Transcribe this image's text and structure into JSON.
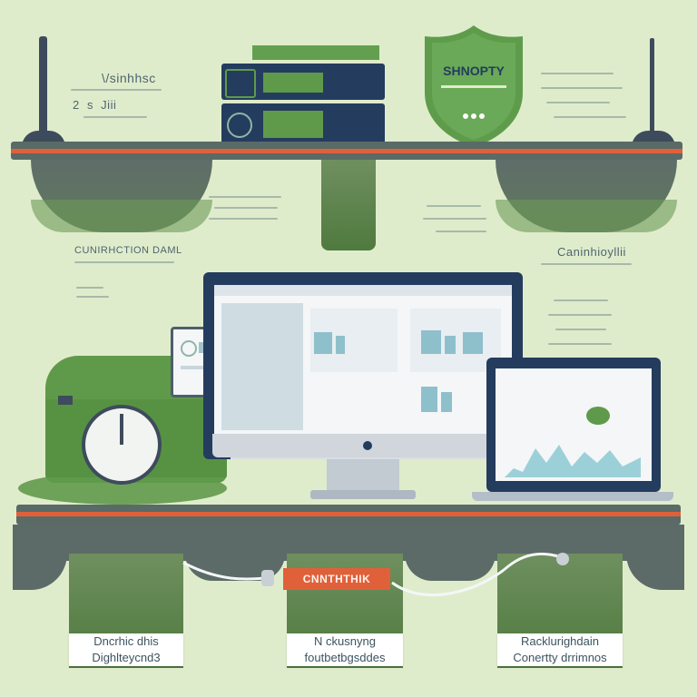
{
  "shield": {
    "label": "SHNOPTY"
  },
  "top_left_labels": [
    "\\/sinhhsc",
    "2  s  Jiii"
  ],
  "mid_labels": {
    "left": "CUNIRHCTION DAML",
    "right": "Caninhioyllii"
  },
  "connector": {
    "label": "CNNTHTHIK"
  },
  "cards": [
    {
      "line1": "Dncrhic dhis",
      "line2": "Dighlteycnd3"
    },
    {
      "line1": "N ckusnyng",
      "line2": "foutbetbgsddes"
    },
    {
      "line1": "Racklurighdain",
      "line2": "Conertty drrimnos"
    }
  ],
  "colors": {
    "background": "#dfeccb",
    "accent": "#e0603a",
    "green": "#5f9a4a",
    "navy": "#243c5e"
  }
}
